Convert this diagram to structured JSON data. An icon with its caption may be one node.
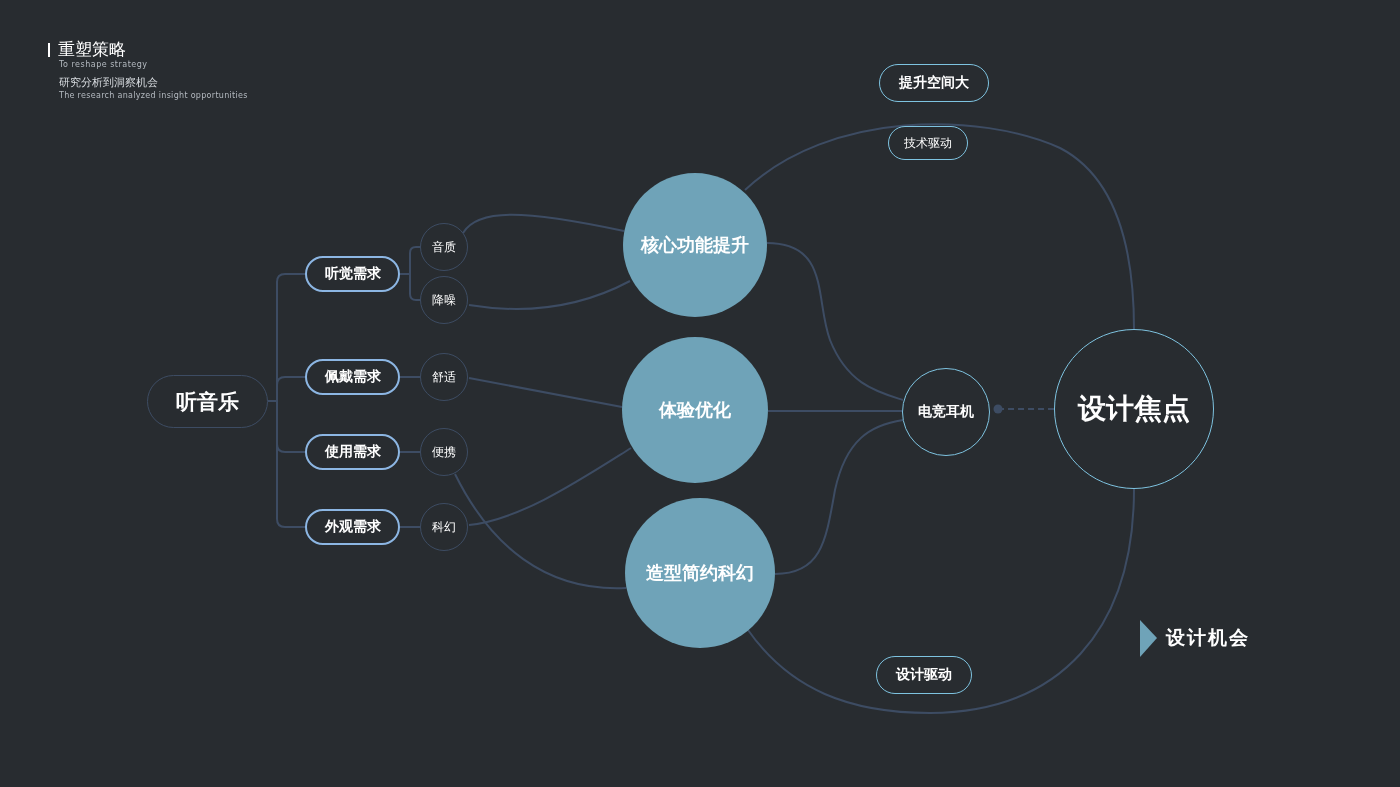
{
  "diagram": {
    "title": "重塑策略",
    "nodes": [
      {
        "text": [
          "听音乐"
        ]
      },
      {
        "text": [
          "听觉需求"
        ]
      },
      {
        "text": [
          "佩戴需求"
        ]
      },
      {
        "text": [
          "使用需求"
        ]
      },
      {
        "text": [
          "外观需求"
        ]
      },
      {
        "text": [
          "音质"
        ]
      },
      {
        "text": [
          "降噪"
        ]
      },
      {
        "text": [
          "舒适"
        ]
      },
      {
        "text": [
          "便携"
        ]
      },
      {
        "text": [
          "科幻"
        ]
      },
      {
        "text": [
          "核心功能提升"
        ]
      },
      {
        "text": [
          "体验优化"
        ]
      },
      {
        "text": [
          "造型简约科幻"
        ]
      },
      {
        "text": [
          "电竞耳机"
        ]
      },
      {
        "text": [
          "设计焦点"
        ]
      },
      {
        "text": [
          "提升空间大"
        ]
      },
      {
        "text": [
          "技术驱动"
        ]
      },
      {
        "text": [
          "设计驱动"
        ]
      }
    ],
    "edges": [
      {
        "from": 0,
        "to": 1,
        "arrow": "none"
      },
      {
        "from": 0,
        "to": 2,
        "arrow": "none"
      },
      {
        "from": 0,
        "to": 3,
        "arrow": "none"
      },
      {
        "from": 0,
        "to": 4,
        "arrow": "none"
      },
      {
        "from": 1,
        "to": 5,
        "arrow": "none"
      },
      {
        "from": 1,
        "to": 6,
        "arrow": "none"
      },
      {
        "from": 2,
        "to": 7,
        "arrow": "none"
      },
      {
        "from": 3,
        "to": 8,
        "arrow": "none"
      },
      {
        "from": 4,
        "to": 9,
        "arrow": "none"
      },
      {
        "from": 5,
        "to": 10,
        "arrow": "none"
      },
      {
        "from": 6,
        "to": 10,
        "arrow": "none"
      },
      {
        "from": 7,
        "to": 11,
        "arrow": "none"
      },
      {
        "from": 8,
        "to": 12,
        "arrow": "none"
      },
      {
        "from": 9,
        "to": 11,
        "arrow": "none"
      },
      {
        "from": 10,
        "to": 13,
        "arrow": "none"
      },
      {
        "from": 11,
        "to": 13,
        "arrow": "none"
      },
      {
        "from": 12,
        "to": 13,
        "arrow": "none"
      },
      {
        "from": 13,
        "to": 14,
        "arrow": "other",
        "style": "dashed"
      },
      {
        "from": 10,
        "to": 14,
        "arrow": "none"
      },
      {
        "from": 12,
        "to": 14,
        "arrow": "none"
      }
    ],
    "labels": [
      "To reshape strategy",
      "研究分析到洞察机会",
      "The research analyzed insight opportunities",
      "设计机会"
    ]
  }
}
